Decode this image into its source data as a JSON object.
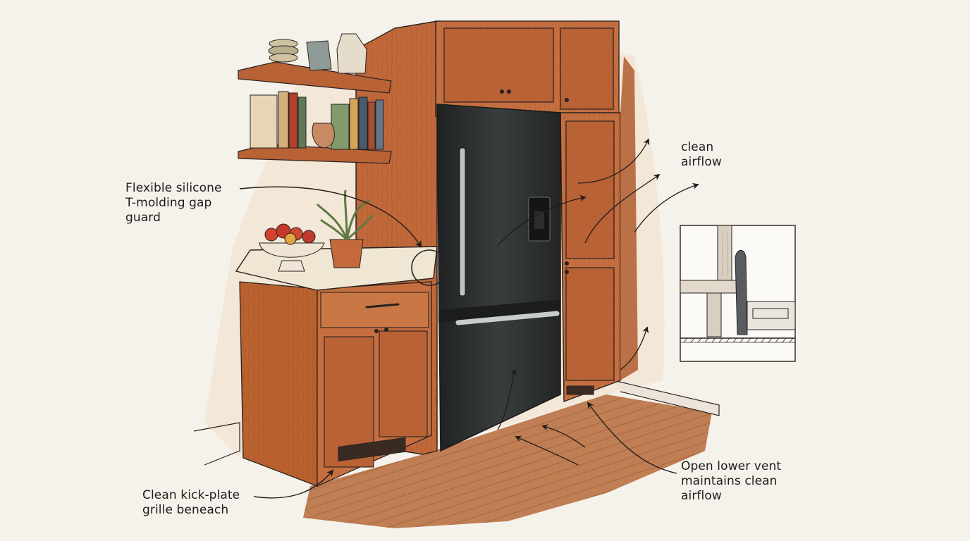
{
  "callouts": {
    "gap_guard": "Flexible silicone\nT-molding gap\nguard",
    "clean_airflow": "clean\nairflow",
    "lower_vent": "Open lower vent\nmaintains clean\nairflow",
    "kick_plate": "Clean kick-plate\ngrille beneach"
  },
  "colors": {
    "paper": "#f5f2ec",
    "wood": "#c0683a",
    "wood_dark": "#8e4522",
    "fridge": "#2d2f30",
    "ink": "#2a2220",
    "counter": "#efe6d4",
    "floor": "#b56a38"
  },
  "icons": [
    "fruit-bowl-icon",
    "potted-herb-icon",
    "pitcher-icon",
    "books-icon",
    "airflow-arrow-icon",
    "detail-inset-icon"
  ]
}
